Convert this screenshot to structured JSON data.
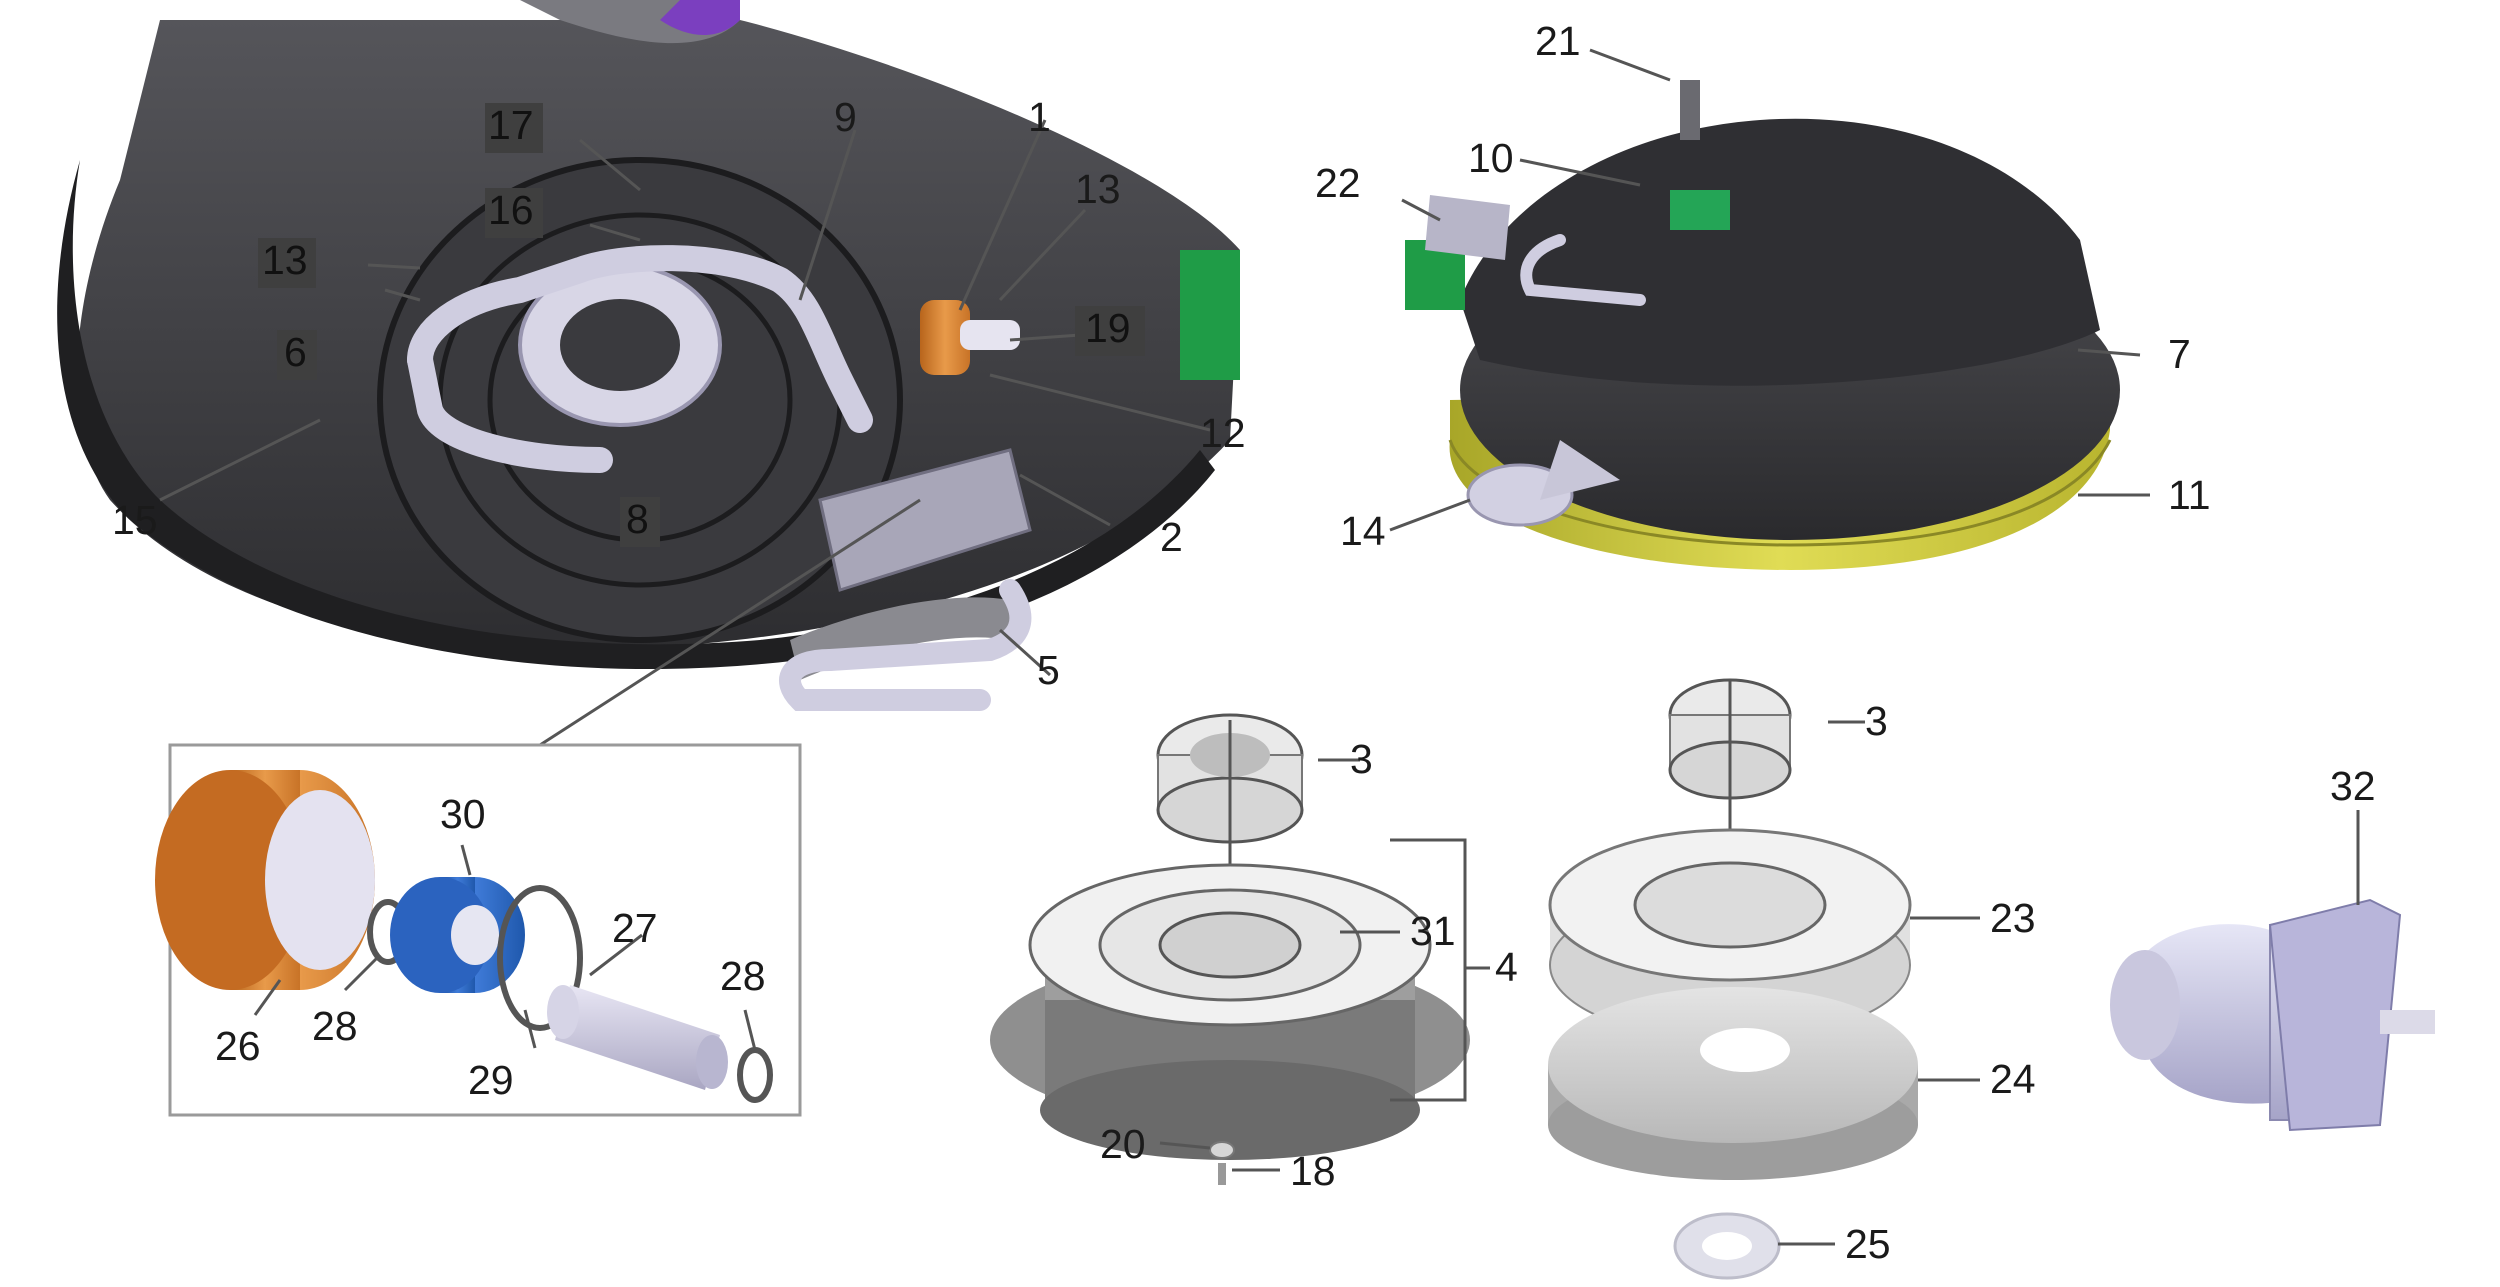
{
  "diagram": {
    "callouts": {
      "c1": "1",
      "c2": "2",
      "c3a": "3",
      "c3b": "3",
      "c4": "4",
      "c5": "5",
      "c6": "6",
      "c7": "7",
      "c8": "8",
      "c9": "9",
      "c10": "10",
      "c11": "11",
      "c12": "12",
      "c13a": "13",
      "c13b": "13",
      "c14": "14",
      "c15": "15",
      "c16": "16",
      "c17": "17",
      "c18": "18",
      "c19": "19",
      "c20": "20",
      "c21": "21",
      "c22": "22",
      "c23": "23",
      "c24": "24",
      "c25": "25",
      "c26": "26",
      "c27": "27",
      "c28a": "28",
      "c28b": "28",
      "c29": "29",
      "c30": "30",
      "c31": "31",
      "c32": "32"
    }
  }
}
